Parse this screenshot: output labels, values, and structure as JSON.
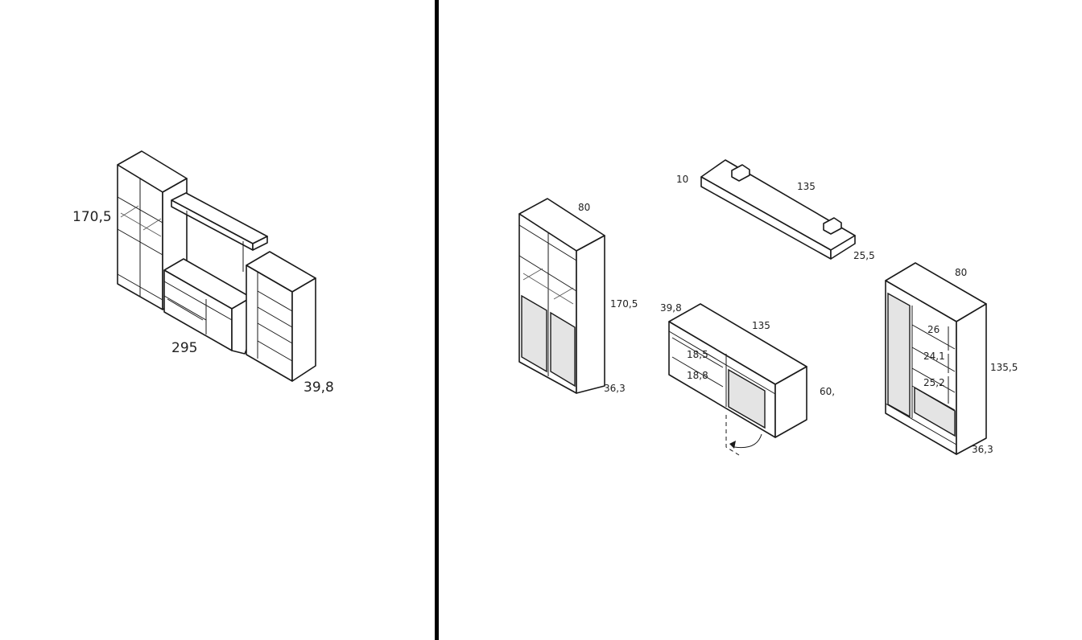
{
  "overview": {
    "height_label": "170,5",
    "width_label": "295",
    "depth_label": "39,8"
  },
  "tall_cabinet": {
    "width_label": "80",
    "height_label": "170,5",
    "depth_label": "36,3"
  },
  "shelf": {
    "height_label": "10",
    "width_label": "135",
    "depth_label": "25,5"
  },
  "tv_unit": {
    "depth_label": "39,8",
    "width_label": "135",
    "height_label": "60,",
    "compartment_1": "18,5",
    "compartment_2": "18,8"
  },
  "display_cabinet": {
    "width_label": "80",
    "height_label": "135,5",
    "depth_label": "36,3",
    "shelf_1": "26",
    "shelf_2": "24,1",
    "shelf_3": "25,2"
  },
  "colors": {
    "line": "#1a1a1a",
    "panel": "#e4e4e4",
    "divider": "#000000"
  }
}
